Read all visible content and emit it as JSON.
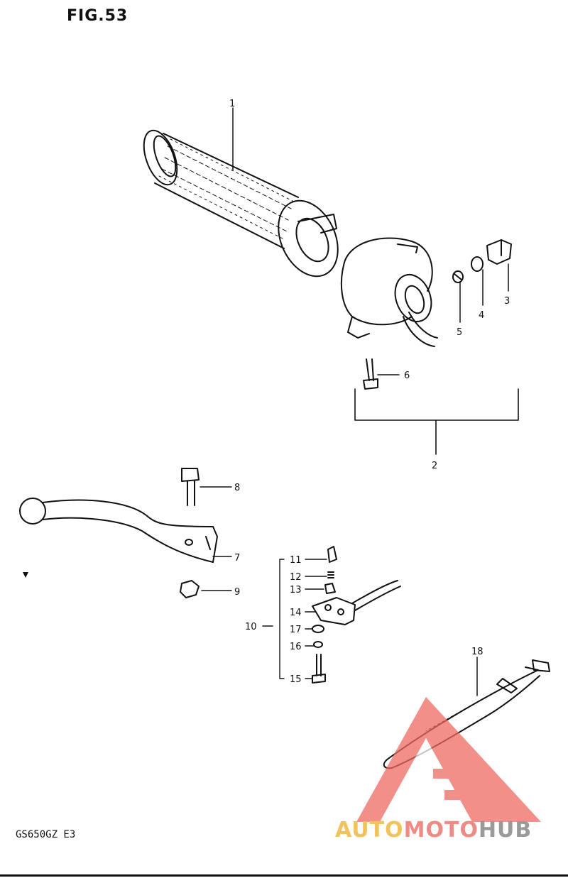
{
  "figure": {
    "title": "FIG.53",
    "model": "GS650GZ  E3"
  },
  "parts": [
    {
      "number": "1"
    },
    {
      "number": "2"
    },
    {
      "number": "3"
    },
    {
      "number": "4"
    },
    {
      "number": "5"
    },
    {
      "number": "6"
    },
    {
      "number": "7"
    },
    {
      "number": "8"
    },
    {
      "number": "9"
    },
    {
      "number": "10"
    },
    {
      "number": "11"
    },
    {
      "number": "12"
    },
    {
      "number": "13"
    },
    {
      "number": "14"
    },
    {
      "number": "15"
    },
    {
      "number": "16"
    },
    {
      "number": "17"
    },
    {
      "number": "18"
    }
  ],
  "watermark": {
    "part1": "AUTO",
    "part2": "MOTO",
    "part3": "HUB",
    "colors": {
      "auto": "#f2c25c",
      "moto": "#ef8a84",
      "hub": "#9a9a9a",
      "triangle": "#ee6a62"
    }
  }
}
